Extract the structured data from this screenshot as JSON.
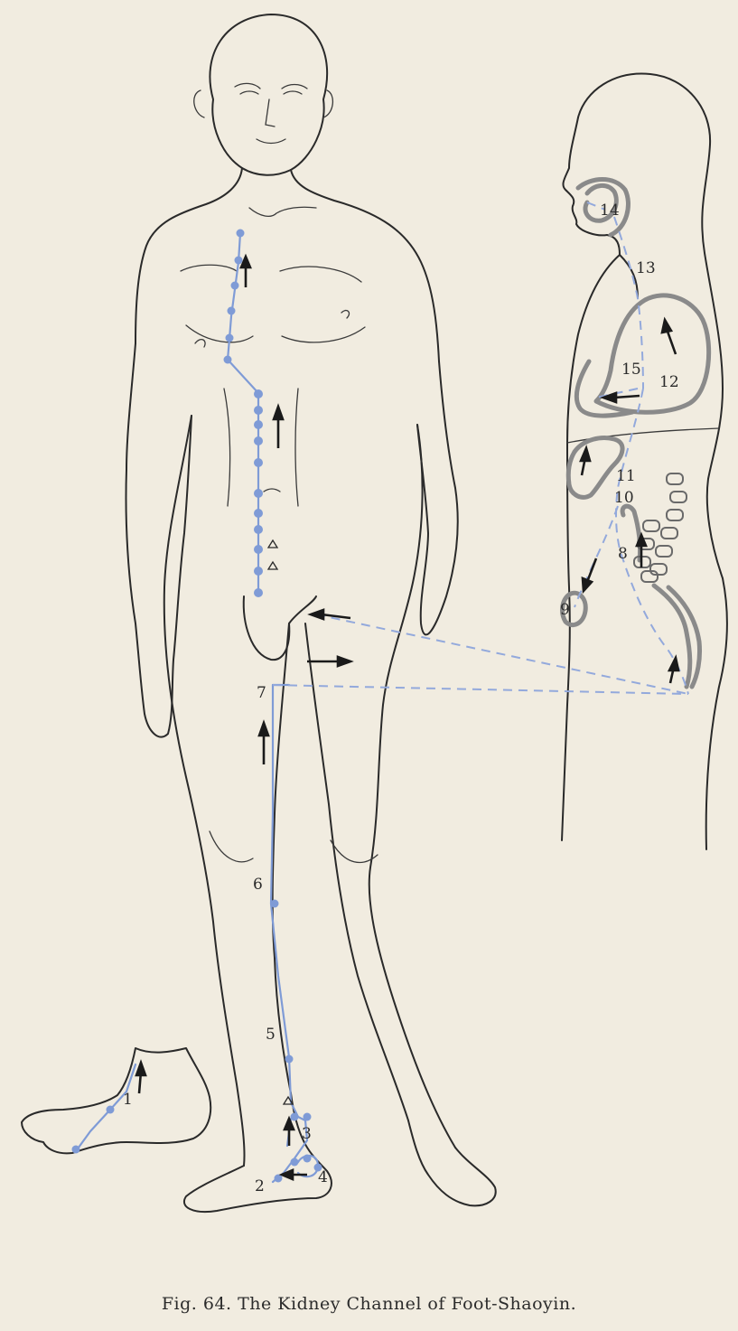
{
  "caption": "Fig. 64.   The Kidney Channel of Foot-Shaoyin.",
  "point_labels": [
    "1",
    "2",
    "3",
    "4",
    "5",
    "6",
    "7",
    "8",
    "9",
    "10",
    "11",
    "12",
    "13",
    "14",
    "15"
  ],
  "colors": {
    "background": "#f1ece0",
    "outline": "#2a2a2a",
    "channel": "#7f9bd6",
    "organ": "#8a8a8a"
  }
}
